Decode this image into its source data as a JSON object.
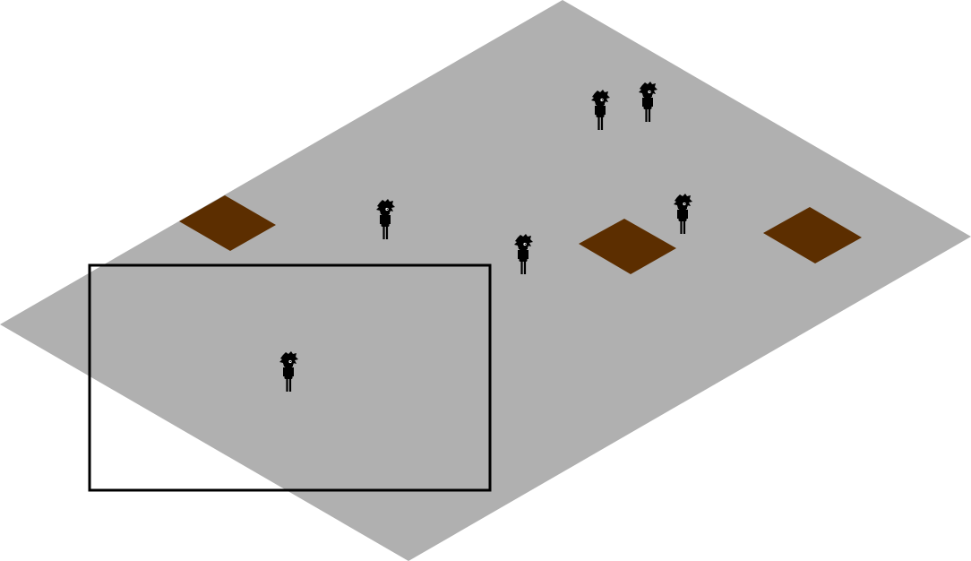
{
  "scene": {
    "ground": {
      "name": "isometric-ground",
      "color": "#b0b0b0"
    },
    "tiles": [
      {
        "name": "dirt-tile-1",
        "color": "#5c2e00"
      },
      {
        "name": "dirt-tile-2",
        "color": "#5c2e00"
      },
      {
        "name": "dirt-tile-3",
        "color": "#5c2e00"
      }
    ],
    "characters": [
      {
        "name": "character-1",
        "color": "#000000"
      },
      {
        "name": "character-2",
        "color": "#000000"
      },
      {
        "name": "character-3",
        "color": "#000000"
      },
      {
        "name": "character-4",
        "color": "#000000"
      },
      {
        "name": "character-5",
        "color": "#000000"
      },
      {
        "name": "character-6",
        "color": "#000000"
      }
    ],
    "selection_box": {
      "name": "selection-box",
      "stroke": "#000000"
    }
  }
}
